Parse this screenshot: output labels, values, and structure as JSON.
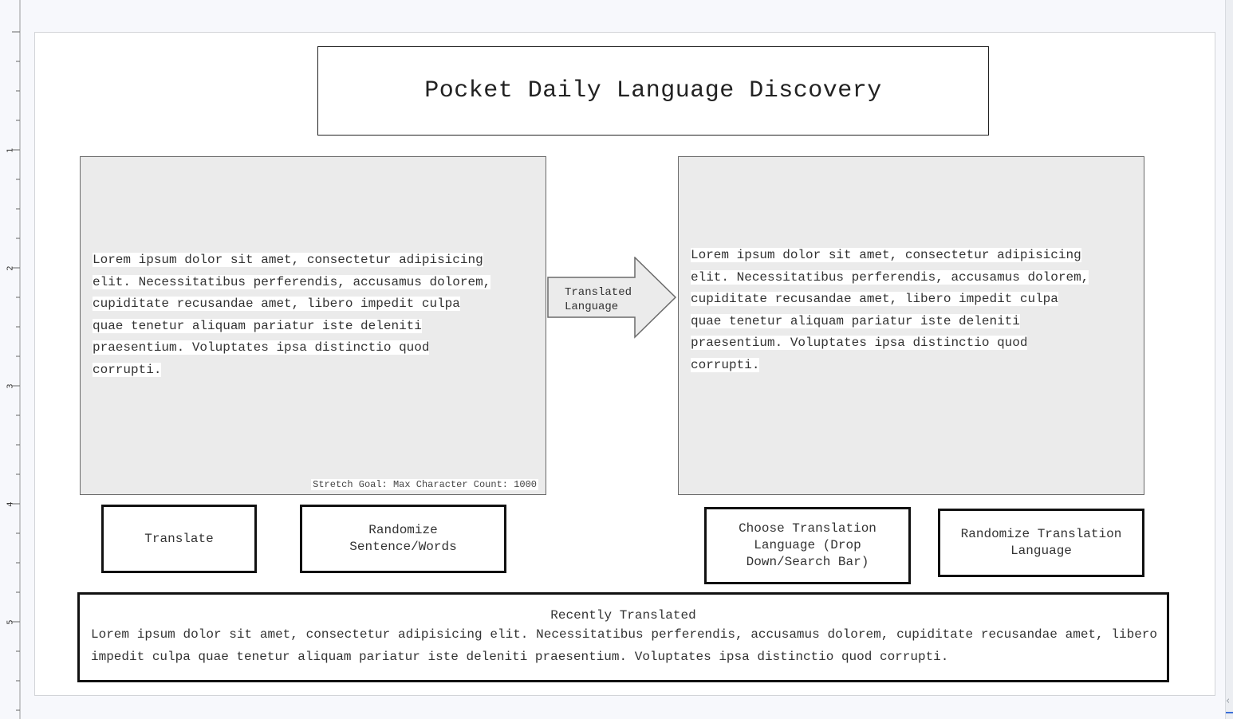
{
  "ruler": {
    "labels": [
      "1",
      "2",
      "3",
      "4",
      "5"
    ]
  },
  "header": {
    "title": "Pocket Daily Language Discovery"
  },
  "source_panel": {
    "text": "Lorem ipsum dolor sit amet, consectetur adipisicing\nelit. Necessitatibus perferendis, accusamus dolorem,\ncupiditate recusandae amet, libero impedit culpa\nquae tenetur aliquam pariatur iste deleniti\npraesentium. Voluptates ipsa distinctio quod\ncorrupti.",
    "note": "Stretch Goal: Max Character Count: 1000"
  },
  "arrow": {
    "label": "Translated\nLanguage"
  },
  "target_panel": {
    "text": "Lorem ipsum dolor sit amet, consectetur adipisicing\nelit. Necessitatibus perferendis, accusamus dolorem,\ncupiditate recusandae amet, libero impedit culpa\nquae tenetur aliquam pariatur iste deleniti\npraesentium. Voluptates ipsa distinctio quod\ncorrupti."
  },
  "buttons": {
    "translate": "Translate",
    "randomize_sentence": "Randomize\nSentence/Words",
    "choose_language": "Choose Translation\nLanguage (Drop\nDown/Search Bar)",
    "randomize_language": "Randomize Translation\nLanguage"
  },
  "recent": {
    "title": "Recently Translated",
    "text": "Lorem ipsum dolor sit amet, consectetur adipisicing elit. Necessitatibus perferendis, accusamus dolorem, cupiditate recusandae amet, libero impedit culpa quae tenetur aliquam pariatur iste deleniti praesentium. Voluptates ipsa distinctio quod corrupti."
  },
  "colors": {
    "panel_fill": "#ebebeb",
    "border": "#111111",
    "canvas": "#ffffff",
    "background": "#f7f8fc"
  },
  "icons": {
    "arrow": "right-arrow-icon",
    "corner": "collapse-icon"
  }
}
